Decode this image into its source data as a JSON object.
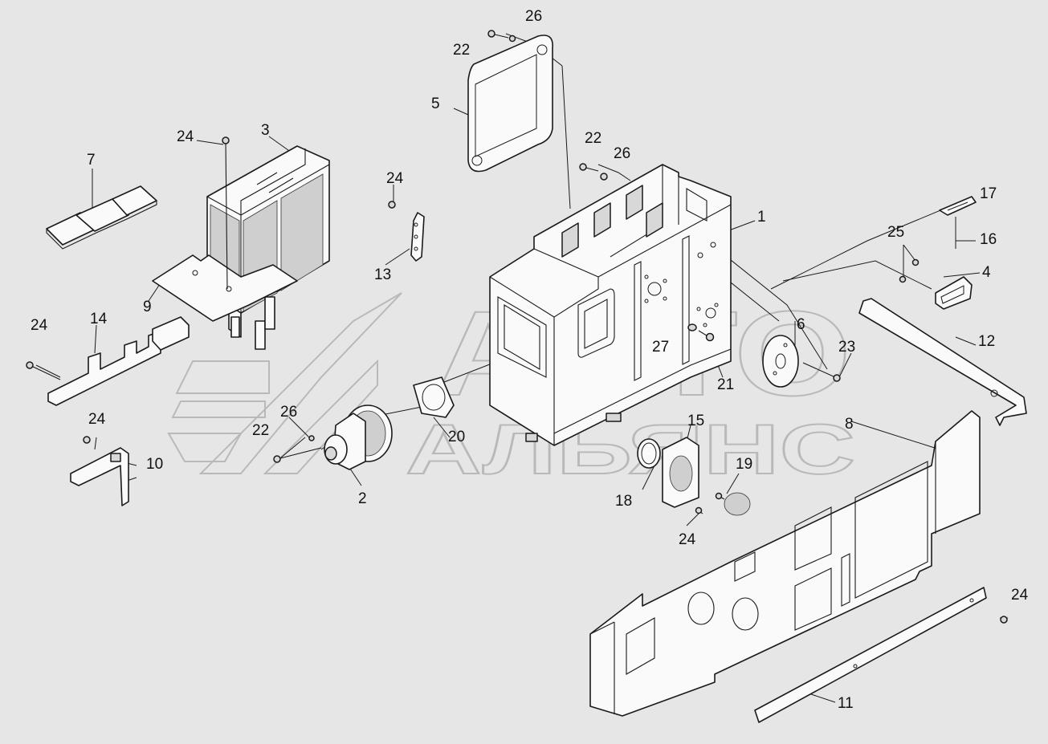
{
  "watermark": {
    "line1": "АВТО",
    "line2": "АЛЬЯНС"
  },
  "callouts": [
    "1",
    "2",
    "3",
    "4",
    "5",
    "6",
    "7",
    "8",
    "9",
    "10",
    "11",
    "12",
    "13",
    "14",
    "15",
    "16",
    "17",
    "18",
    "19",
    "20",
    "21",
    "22",
    "22",
    "22",
    "23",
    "24",
    "24",
    "24",
    "24",
    "24",
    "24",
    "25",
    "26",
    "26",
    "26",
    "27"
  ]
}
